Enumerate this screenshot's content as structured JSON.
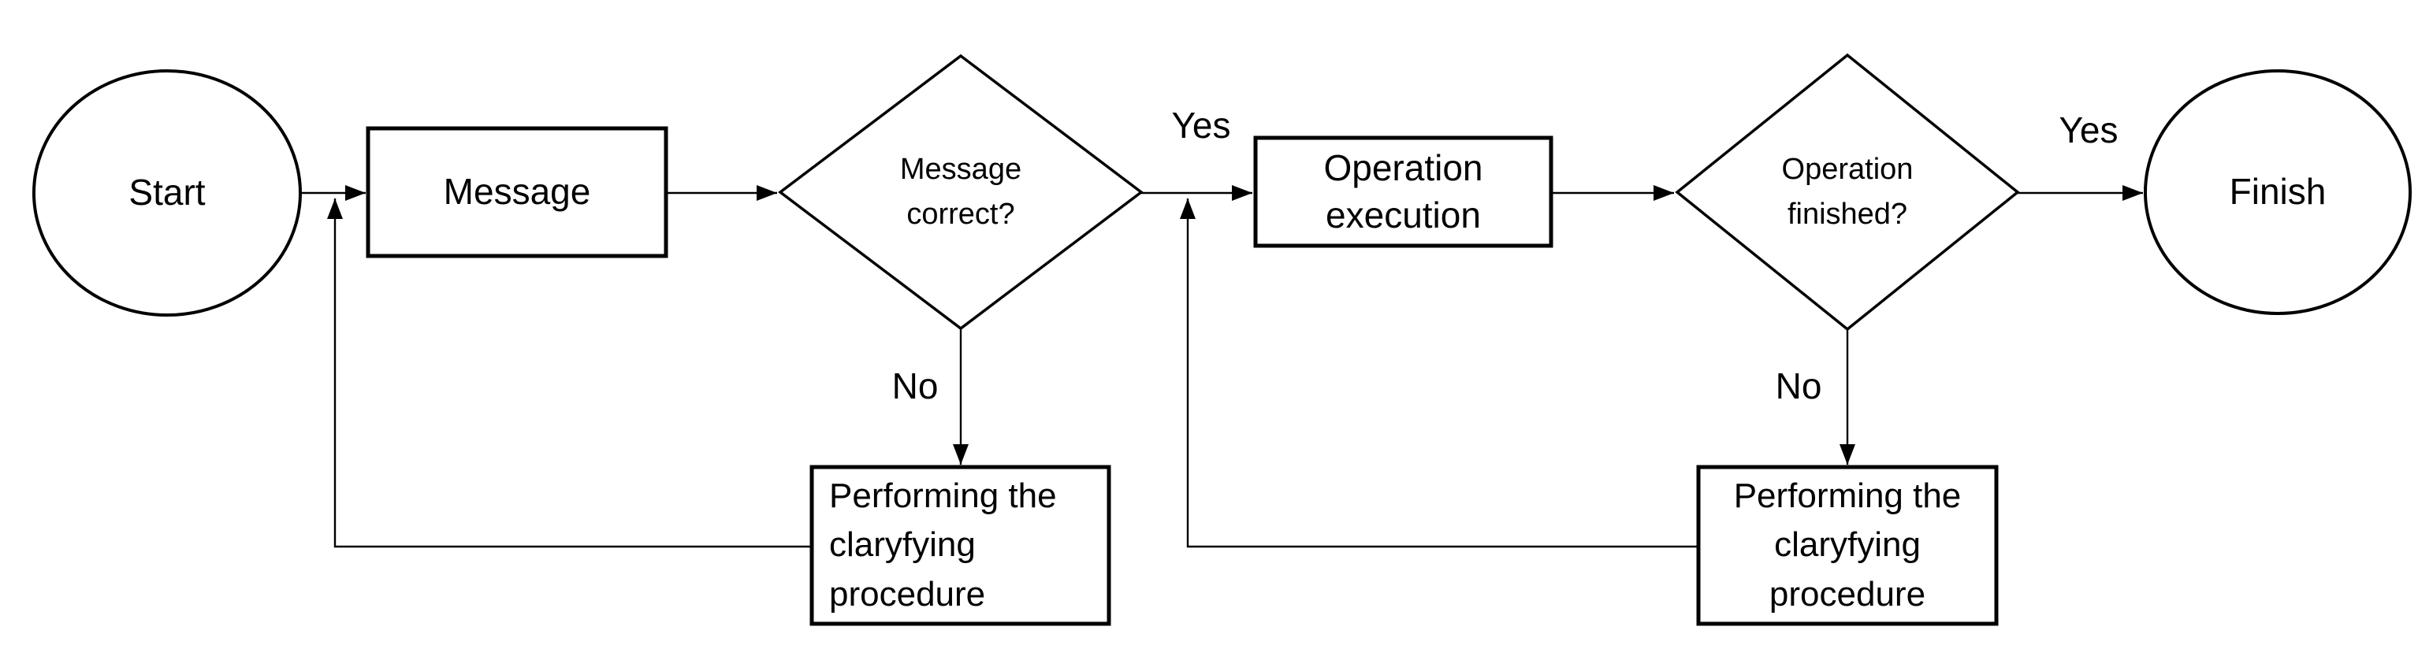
{
  "diagram": {
    "type": "flowchart",
    "background_color": "#ffffff",
    "stroke_color": "#000000",
    "text_color": "#000000",
    "nodes": [
      {
        "id": "start",
        "shape": "terminator-ellipse",
        "label": "Start"
      },
      {
        "id": "message",
        "shape": "process-rect",
        "label": "Message"
      },
      {
        "id": "message-correct",
        "shape": "decision-diamond",
        "label": "Message correct?"
      },
      {
        "id": "operation-execution",
        "shape": "process-rect",
        "label": "Operation execution"
      },
      {
        "id": "operation-finished",
        "shape": "decision-diamond",
        "label": "Operation finished?"
      },
      {
        "id": "finish",
        "shape": "terminator-ellipse",
        "label": "Finish"
      },
      {
        "id": "clarify-1",
        "shape": "process-rect",
        "label": "Performing the claryfying procedure"
      },
      {
        "id": "clarify-2",
        "shape": "process-rect",
        "label": "Performing the claryfying procedure"
      }
    ],
    "edges": [
      {
        "from": "start",
        "to": "message",
        "label": ""
      },
      {
        "from": "message",
        "to": "message-correct",
        "label": ""
      },
      {
        "from": "message-correct",
        "to": "operation-execution",
        "label": "Yes"
      },
      {
        "from": "message-correct",
        "to": "clarify-1",
        "label": "No"
      },
      {
        "from": "clarify-1",
        "to": "message",
        "label": ""
      },
      {
        "from": "operation-execution",
        "to": "operation-finished",
        "label": ""
      },
      {
        "from": "operation-finished",
        "to": "finish",
        "label": "Yes"
      },
      {
        "from": "operation-finished",
        "to": "clarify-2",
        "label": "No"
      },
      {
        "from": "clarify-2",
        "to": "operation-execution",
        "label": ""
      }
    ]
  }
}
